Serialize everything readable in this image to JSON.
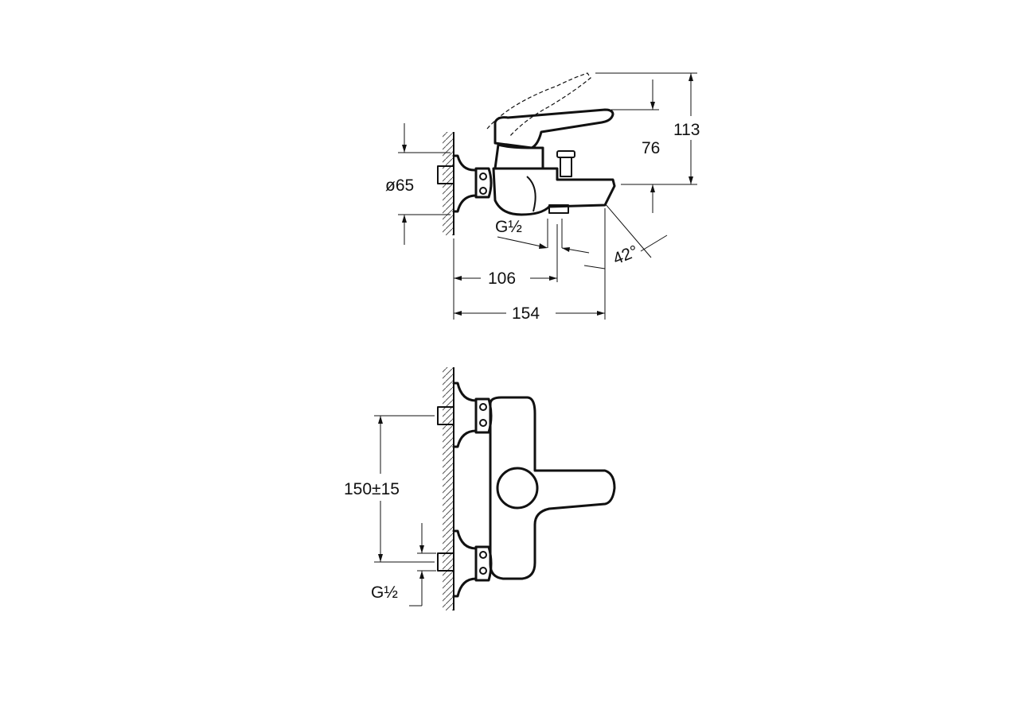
{
  "side_view": {
    "dim_diameter": "ø65",
    "dim_thread": "G½",
    "dim_spout_inlet": "106",
    "dim_depth": "154",
    "dim_height_total": "113",
    "dim_height_body": "76",
    "dim_angle": "42°"
  },
  "front_view": {
    "dim_centers": "150±15",
    "dim_thread": "G½"
  }
}
